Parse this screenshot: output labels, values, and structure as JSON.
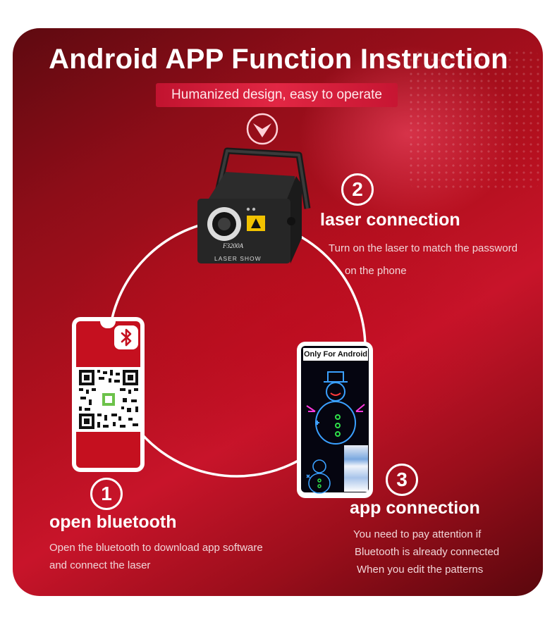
{
  "title": "Android APP Function Instruction",
  "subtitle": "Humanized design, easy to operate",
  "steps": [
    {
      "number": "1",
      "heading": "open bluetooth",
      "desc_lines": [
        "Open the bluetooth to download app software",
        "and connect the laser"
      ]
    },
    {
      "number": "2",
      "heading": "laser connection",
      "desc_lines": [
        "Turn on the laser to match the password",
        "on the phone"
      ]
    },
    {
      "number": "3",
      "heading": "app connection",
      "desc_lines": [
        "You need to pay attention if",
        "Bluetooth is already connected",
        "When you edit the patterns"
      ]
    }
  ],
  "device": {
    "model_label": "F3200A",
    "panel_label": "LASER SHOW"
  },
  "phone_screen_label": "Only For Android",
  "colors": {
    "accent": "#c5101f",
    "background_dark": "#5e0a10",
    "text": "#ffffff"
  },
  "icons": [
    "chevron-down-icon",
    "bluetooth-icon",
    "qr-code",
    "laser-projector"
  ]
}
